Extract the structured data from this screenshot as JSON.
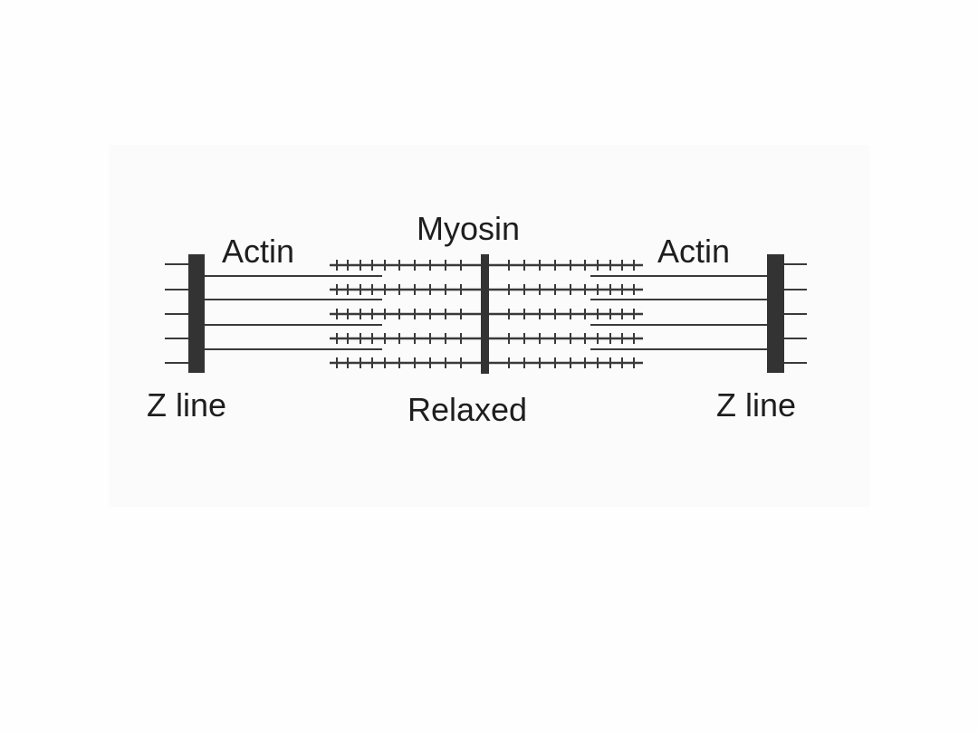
{
  "diagram": {
    "labels": {
      "actin_left": "Actin",
      "myosin": "Myosin",
      "actin_right": "Actin",
      "z_line_left": "Z line",
      "z_line_right": "Z line",
      "state": "Relaxed"
    },
    "colors": {
      "line": "#3a3a3a",
      "z_line": "#333333",
      "text": "#1e1e1e"
    }
  }
}
